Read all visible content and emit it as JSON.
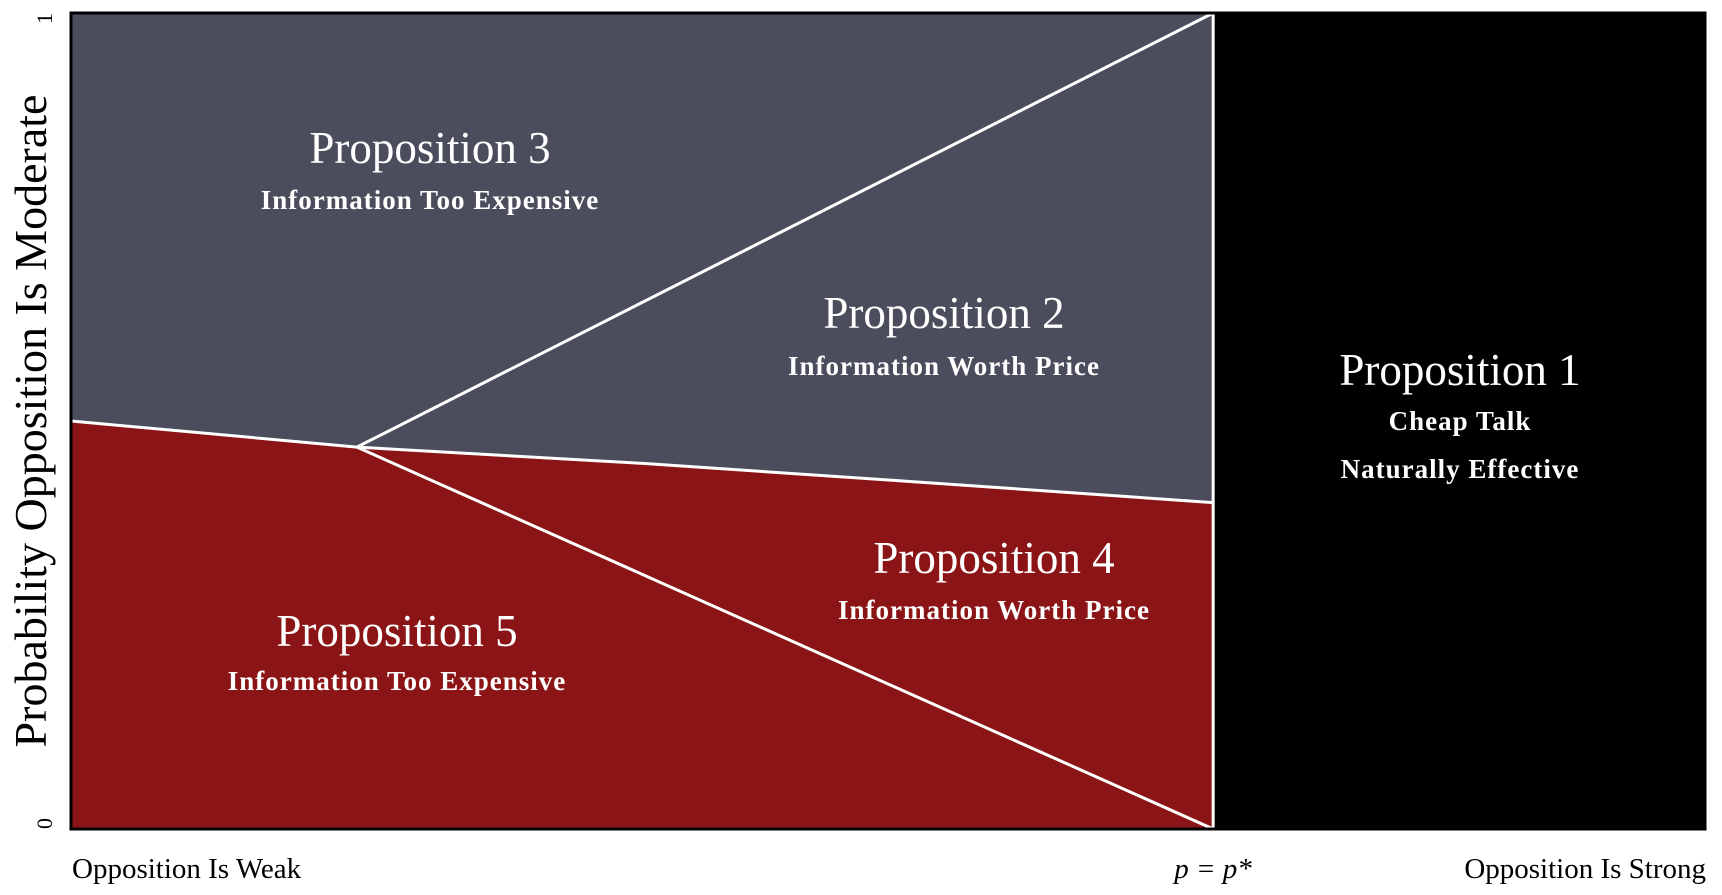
{
  "chart_data": {
    "type": "area",
    "title": "",
    "xlabel_left": "Opposition Is Weak",
    "xlabel_mid": "p = p*",
    "xlabel_right": "Opposition Is Strong",
    "ylabel": "Probability Opposition Is Moderate",
    "yticks": [
      "0",
      "1"
    ],
    "ylim": [
      0,
      1
    ],
    "xlim": [
      0,
      1
    ],
    "threshold_x": 0.699,
    "kink": {
      "x": 0.175,
      "y": 0.468
    },
    "boundaries": {
      "left_segment": [
        [
          0,
          0.5
        ],
        [
          0.175,
          0.468
        ]
      ],
      "upper_line": [
        [
          0.175,
          0.468
        ],
        [
          0.699,
          1.0
        ]
      ],
      "middle_curve": [
        [
          0.175,
          0.468
        ],
        [
          0.35,
          0.448
        ],
        [
          0.52,
          0.425
        ],
        [
          0.699,
          0.4
        ]
      ],
      "lower_line": [
        [
          0.175,
          0.468
        ],
        [
          0.699,
          0.0
        ]
      ]
    },
    "colors": {
      "upper": "#4b4d5c",
      "lower": "#8b1516",
      "right": "#000000",
      "lines": "#ffffff"
    },
    "regions": [
      {
        "title": "Proposition 1",
        "lines": [
          "Cheap Talk",
          "Naturally Effective"
        ]
      },
      {
        "title": "Proposition 2",
        "lines": [
          "Information Worth Price"
        ]
      },
      {
        "title": "Proposition 3",
        "lines": [
          "Information Too Expensive"
        ]
      },
      {
        "title": "Proposition 4",
        "lines": [
          "Information Worth Price"
        ]
      },
      {
        "title": "Proposition 5",
        "lines": [
          "Information Too Expensive"
        ]
      }
    ]
  }
}
